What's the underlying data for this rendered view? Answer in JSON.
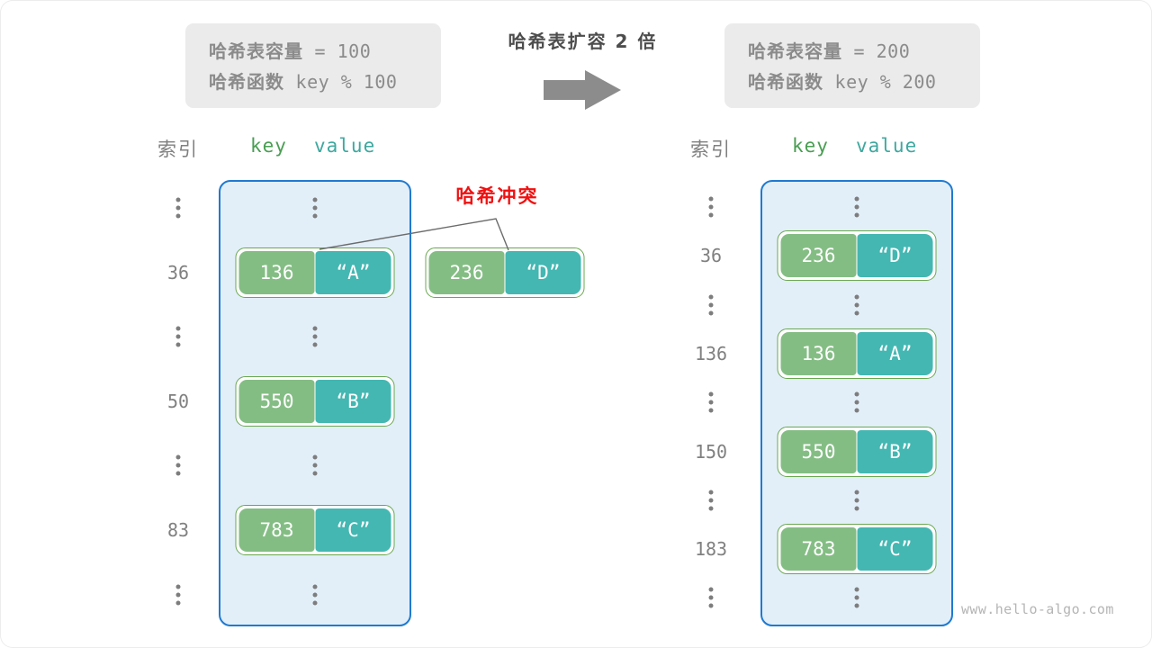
{
  "info_left": {
    "capacity_label": "哈希表容量",
    "capacity_expr": " = 100",
    "function_label": "哈希函数",
    "function_expr": " key % 100"
  },
  "info_right": {
    "capacity_label": "哈希表容量",
    "capacity_expr": " = 200",
    "function_label": "哈希函数",
    "function_expr": " key % 200"
  },
  "transition": {
    "title": "哈希表扩容 2 倍",
    "arrow_icon": "right-arrow-icon"
  },
  "headers": {
    "index": "索引",
    "key": "key",
    "value": "value"
  },
  "collision": {
    "label": "哈希冲突"
  },
  "watermark": "www.hello-algo.com",
  "left_table": {
    "rows": [
      {
        "index": "⋮",
        "type": "ellipsis"
      },
      {
        "index": "36",
        "type": "entry",
        "key": "136",
        "value": "“A”"
      },
      {
        "index": "⋮",
        "type": "ellipsis"
      },
      {
        "index": "50",
        "type": "entry",
        "key": "550",
        "value": "“B”"
      },
      {
        "index": "⋮",
        "type": "ellipsis"
      },
      {
        "index": "83",
        "type": "entry",
        "key": "783",
        "value": "“C”"
      },
      {
        "index": "⋮",
        "type": "ellipsis"
      }
    ]
  },
  "overflow_entry": {
    "key": "236",
    "value": "“D”"
  },
  "right_table": {
    "rows": [
      {
        "index": "⋮",
        "type": "ellipsis"
      },
      {
        "index": "36",
        "type": "entry",
        "key": "236",
        "value": "“D”"
      },
      {
        "index": "⋮",
        "type": "ellipsis"
      },
      {
        "index": "136",
        "type": "entry",
        "key": "136",
        "value": "“A”"
      },
      {
        "index": "⋮",
        "type": "ellipsis"
      },
      {
        "index": "150",
        "type": "entry",
        "key": "550",
        "value": "“B”"
      },
      {
        "index": "⋮",
        "type": "ellipsis"
      },
      {
        "index": "183",
        "type": "entry",
        "key": "783",
        "value": "“C”"
      },
      {
        "index": "⋮",
        "type": "ellipsis"
      }
    ]
  },
  "colors": {
    "key_fill": "#84bd84",
    "value_fill": "#44b7b2",
    "bucket_fill": "#e2eff9",
    "bucket_border": "#1f7ad0",
    "collision_red": "#ef1111",
    "info_bg": "#ebebeb"
  }
}
